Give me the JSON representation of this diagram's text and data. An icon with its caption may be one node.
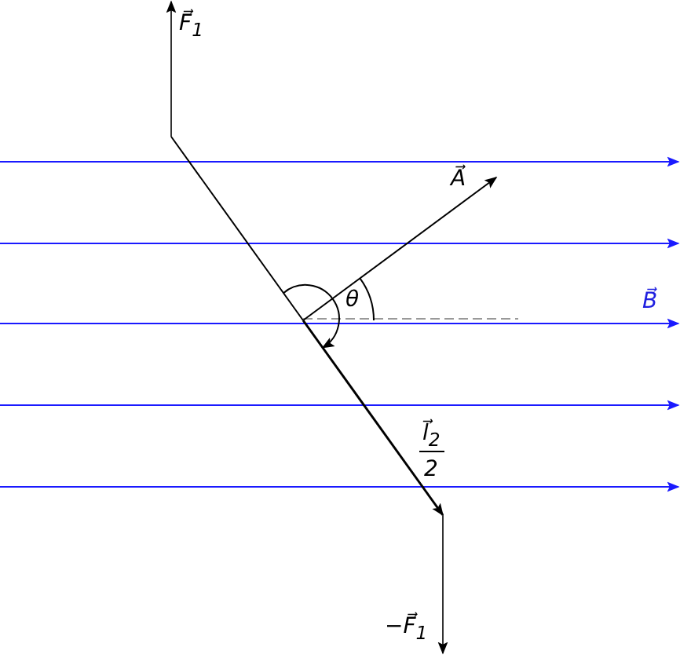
{
  "diagram": {
    "labels": [
      "F⃗$_{1}$",
      "A⃗",
      "θ",
      "B⃗",
      "l⃗$_{2}$",
      "2",
      "−F⃗$_{1}$"
    ]
  }
}
